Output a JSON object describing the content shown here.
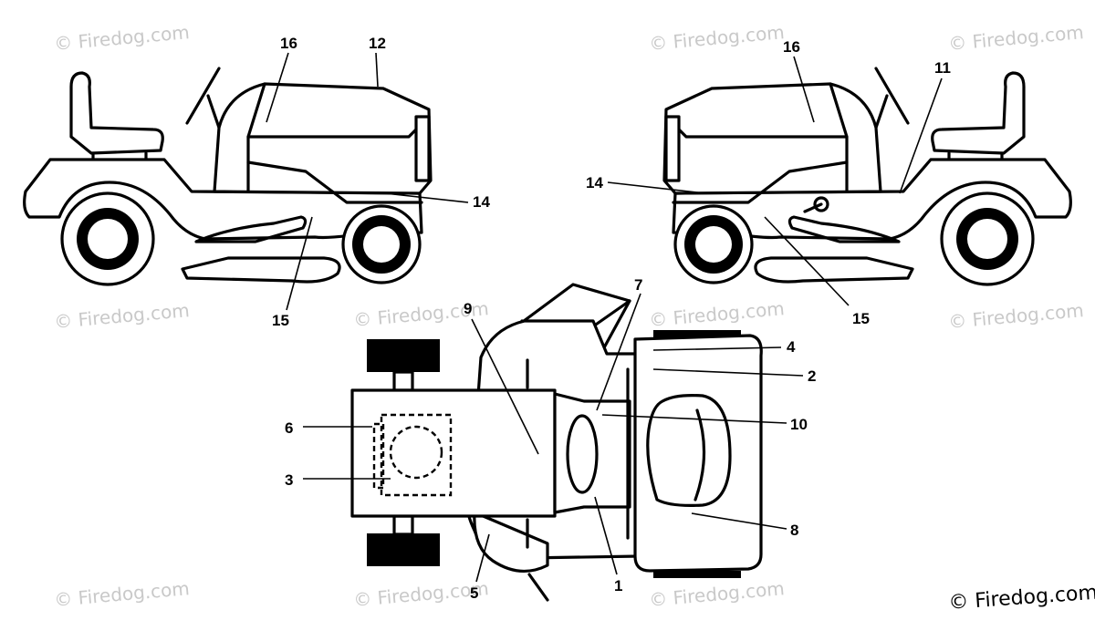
{
  "watermark": "© Firedog.com",
  "copyright": "© Firedog.com",
  "callouts": {
    "n1": "1",
    "n2": "2",
    "n3": "3",
    "n4": "4",
    "n5": "5",
    "n6": "6",
    "n7": "7",
    "n8": "8",
    "n9": "9",
    "n10": "10",
    "n11": "11",
    "n12": "12",
    "n14": "14",
    "n14b": "14",
    "n15": "15",
    "n15b": "15",
    "n16": "16",
    "n16b": "16"
  }
}
